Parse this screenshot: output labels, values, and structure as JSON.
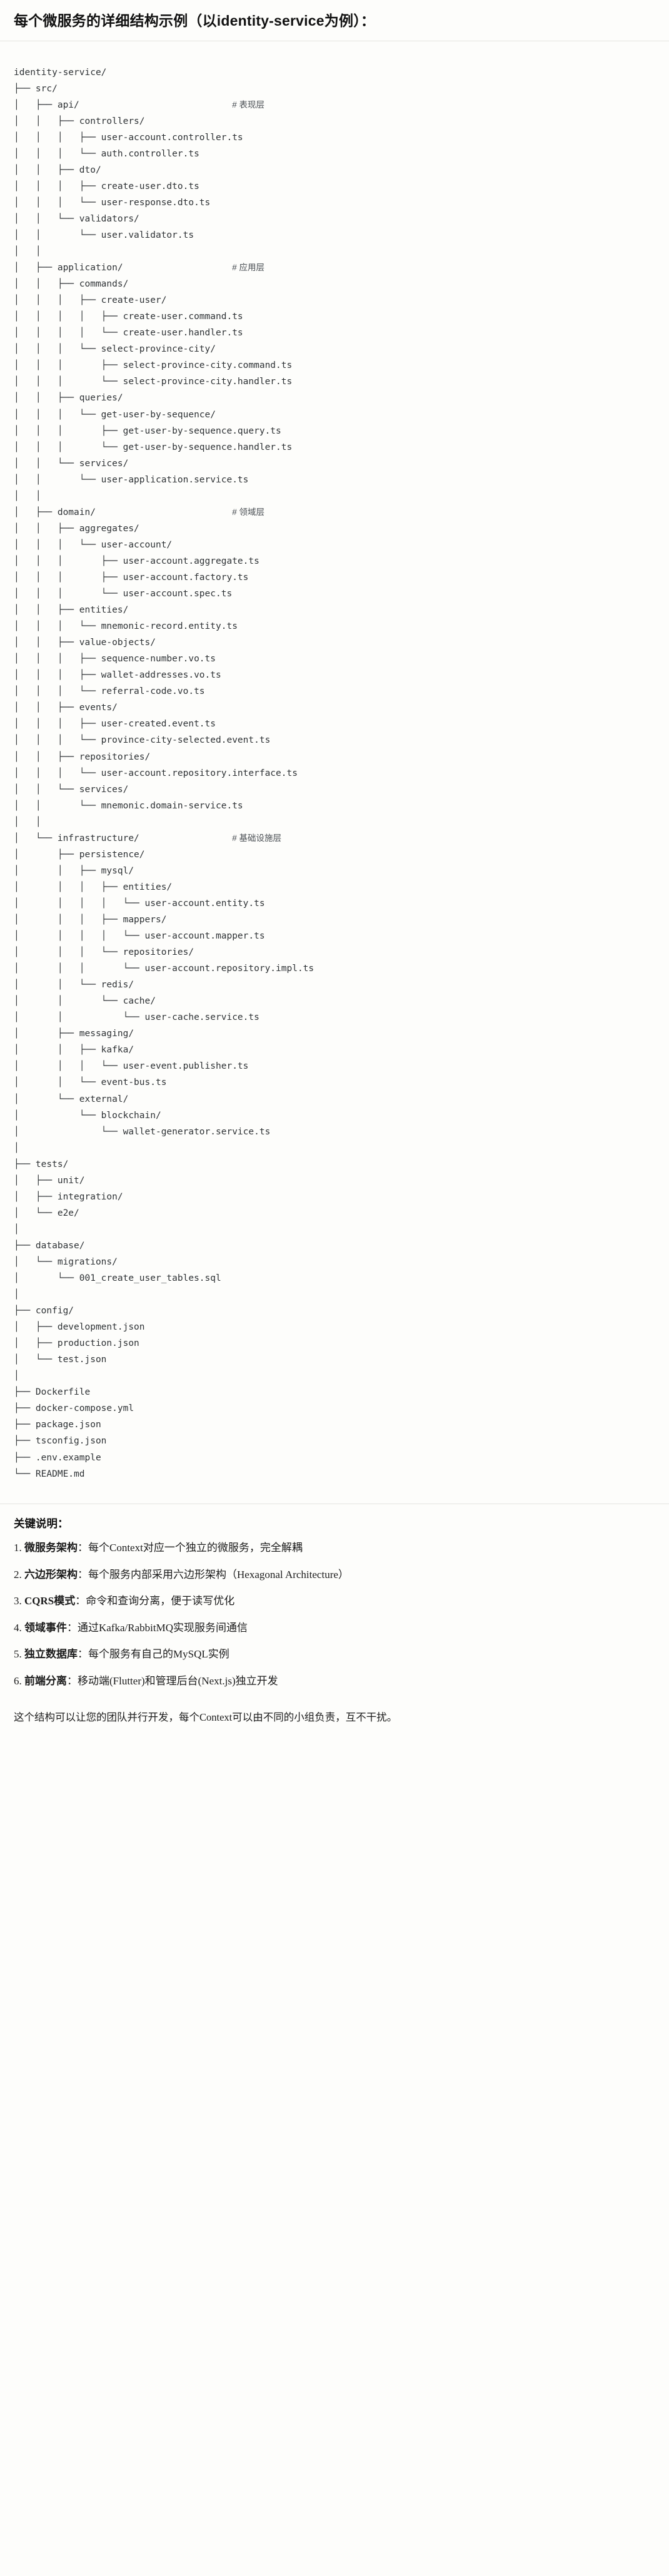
{
  "header": {
    "title": "每个微服务的详细结构示例（以identity-service为例）："
  },
  "tree": {
    "root_label": "identity-service/",
    "lines": [
      {
        "text": "identity-service/",
        "comment": ""
      },
      {
        "text": "├── src/",
        "comment": ""
      },
      {
        "text": "│   ├── api/",
        "comment": "# 表现层"
      },
      {
        "text": "│   │   ├── controllers/",
        "comment": ""
      },
      {
        "text": "│   │   │   ├── user-account.controller.ts",
        "comment": ""
      },
      {
        "text": "│   │   │   └── auth.controller.ts",
        "comment": ""
      },
      {
        "text": "│   │   ├── dto/",
        "comment": ""
      },
      {
        "text": "│   │   │   ├── create-user.dto.ts",
        "comment": ""
      },
      {
        "text": "│   │   │   └── user-response.dto.ts",
        "comment": ""
      },
      {
        "text": "│   │   └── validators/",
        "comment": ""
      },
      {
        "text": "│   │       └── user.validator.ts",
        "comment": ""
      },
      {
        "text": "│   │",
        "comment": ""
      },
      {
        "text": "│   ├── application/",
        "comment": "# 应用层"
      },
      {
        "text": "│   │   ├── commands/",
        "comment": ""
      },
      {
        "text": "│   │   │   ├── create-user/",
        "comment": ""
      },
      {
        "text": "│   │   │   │   ├── create-user.command.ts",
        "comment": ""
      },
      {
        "text": "│   │   │   │   └── create-user.handler.ts",
        "comment": ""
      },
      {
        "text": "│   │   │   └── select-province-city/",
        "comment": ""
      },
      {
        "text": "│   │   │       ├── select-province-city.command.ts",
        "comment": ""
      },
      {
        "text": "│   │   │       └── select-province-city.handler.ts",
        "comment": ""
      },
      {
        "text": "│   │   ├── queries/",
        "comment": ""
      },
      {
        "text": "│   │   │   └── get-user-by-sequence/",
        "comment": ""
      },
      {
        "text": "│   │   │       ├── get-user-by-sequence.query.ts",
        "comment": ""
      },
      {
        "text": "│   │   │       └── get-user-by-sequence.handler.ts",
        "comment": ""
      },
      {
        "text": "│   │   └── services/",
        "comment": ""
      },
      {
        "text": "│   │       └── user-application.service.ts",
        "comment": ""
      },
      {
        "text": "│   │",
        "comment": ""
      },
      {
        "text": "│   ├── domain/",
        "comment": "# 领域层"
      },
      {
        "text": "│   │   ├── aggregates/",
        "comment": ""
      },
      {
        "text": "│   │   │   └── user-account/",
        "comment": ""
      },
      {
        "text": "│   │   │       ├── user-account.aggregate.ts",
        "comment": ""
      },
      {
        "text": "│   │   │       ├── user-account.factory.ts",
        "comment": ""
      },
      {
        "text": "│   │   │       └── user-account.spec.ts",
        "comment": ""
      },
      {
        "text": "│   │   ├── entities/",
        "comment": ""
      },
      {
        "text": "│   │   │   └── mnemonic-record.entity.ts",
        "comment": ""
      },
      {
        "text": "│   │   ├── value-objects/",
        "comment": ""
      },
      {
        "text": "│   │   │   ├── sequence-number.vo.ts",
        "comment": ""
      },
      {
        "text": "│   │   │   ├── wallet-addresses.vo.ts",
        "comment": ""
      },
      {
        "text": "│   │   │   └── referral-code.vo.ts",
        "comment": ""
      },
      {
        "text": "│   │   ├── events/",
        "comment": ""
      },
      {
        "text": "│   │   │   ├── user-created.event.ts",
        "comment": ""
      },
      {
        "text": "│   │   │   └── province-city-selected.event.ts",
        "comment": ""
      },
      {
        "text": "│   │   ├── repositories/",
        "comment": ""
      },
      {
        "text": "│   │   │   └── user-account.repository.interface.ts",
        "comment": ""
      },
      {
        "text": "│   │   └── services/",
        "comment": ""
      },
      {
        "text": "│   │       └── mnemonic.domain-service.ts",
        "comment": ""
      },
      {
        "text": "│   │",
        "comment": ""
      },
      {
        "text": "│   └── infrastructure/",
        "comment": "# 基础设施层"
      },
      {
        "text": "│       ├── persistence/",
        "comment": ""
      },
      {
        "text": "│       │   ├── mysql/",
        "comment": ""
      },
      {
        "text": "│       │   │   ├── entities/",
        "comment": ""
      },
      {
        "text": "│       │   │   │   └── user-account.entity.ts",
        "comment": ""
      },
      {
        "text": "│       │   │   ├── mappers/",
        "comment": ""
      },
      {
        "text": "│       │   │   │   └── user-account.mapper.ts",
        "comment": ""
      },
      {
        "text": "│       │   │   └── repositories/",
        "comment": ""
      },
      {
        "text": "│       │   │       └── user-account.repository.impl.ts",
        "comment": ""
      },
      {
        "text": "│       │   └── redis/",
        "comment": ""
      },
      {
        "text": "│       │       └── cache/",
        "comment": ""
      },
      {
        "text": "│       │           └── user-cache.service.ts",
        "comment": ""
      },
      {
        "text": "│       ├── messaging/",
        "comment": ""
      },
      {
        "text": "│       │   ├── kafka/",
        "comment": ""
      },
      {
        "text": "│       │   │   └── user-event.publisher.ts",
        "comment": ""
      },
      {
        "text": "│       │   └── event-bus.ts",
        "comment": ""
      },
      {
        "text": "│       └── external/",
        "comment": ""
      },
      {
        "text": "│           └── blockchain/",
        "comment": ""
      },
      {
        "text": "│               └── wallet-generator.service.ts",
        "comment": ""
      },
      {
        "text": "│",
        "comment": ""
      },
      {
        "text": "├── tests/",
        "comment": ""
      },
      {
        "text": "│   ├── unit/",
        "comment": ""
      },
      {
        "text": "│   ├── integration/",
        "comment": ""
      },
      {
        "text": "│   └── e2e/",
        "comment": ""
      },
      {
        "text": "│",
        "comment": ""
      },
      {
        "text": "├── database/",
        "comment": ""
      },
      {
        "text": "│   └── migrations/",
        "comment": ""
      },
      {
        "text": "│       └── 001_create_user_tables.sql",
        "comment": ""
      },
      {
        "text": "│",
        "comment": ""
      },
      {
        "text": "├── config/",
        "comment": ""
      },
      {
        "text": "│   ├── development.json",
        "comment": ""
      },
      {
        "text": "│   ├── production.json",
        "comment": ""
      },
      {
        "text": "│   └── test.json",
        "comment": ""
      },
      {
        "text": "│",
        "comment": ""
      },
      {
        "text": "├── Dockerfile",
        "comment": ""
      },
      {
        "text": "├── docker-compose.yml",
        "comment": ""
      },
      {
        "text": "├── package.json",
        "comment": ""
      },
      {
        "text": "├── tsconfig.json",
        "comment": ""
      },
      {
        "text": "├── .env.example",
        "comment": ""
      },
      {
        "text": "└── README.md",
        "comment": ""
      }
    ],
    "comment_column": 40
  },
  "notes": {
    "title": "关键说明：",
    "items": [
      {
        "num": "1.",
        "lead": "微服务架构",
        "body": "：每个Context对应一个独立的微服务，完全解耦"
      },
      {
        "num": "2.",
        "lead": "六边形架构",
        "body": "：每个服务内部采用六边形架构（Hexagonal Architecture）"
      },
      {
        "num": "3.",
        "lead": "CQRS模式",
        "body": "：命令和查询分离，便于读写优化"
      },
      {
        "num": "4.",
        "lead": "领域事件",
        "body": "：通过Kafka/RabbitMQ实现服务间通信"
      },
      {
        "num": "5.",
        "lead": "独立数据库",
        "body": "：每个服务有自己的MySQL实例"
      },
      {
        "num": "6.",
        "lead": "前端分离",
        "body": "：移动端(Flutter)和管理后台(Next.js)独立开发"
      }
    ],
    "closing": "这个结构可以让您的团队并行开发，每个Context可以由不同的小组负责，互不干扰。"
  },
  "colors": {
    "page_bg": "#fdfdfb",
    "text": "#1b1b1b",
    "code_text": "#2f3336",
    "rule": "#e4e4e0"
  }
}
